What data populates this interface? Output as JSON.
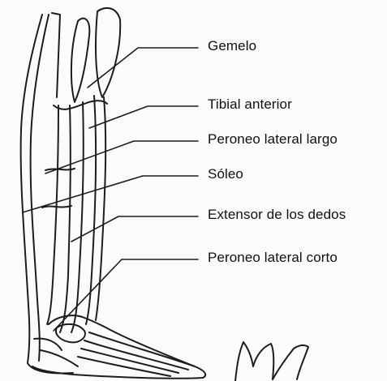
{
  "labels": [
    "Gemelo",
    "Tibial anterior",
    "Peroneo lateral largo",
    "Sóleo",
    "Extensor de los dedos",
    "Peroneo lateral corto"
  ]
}
